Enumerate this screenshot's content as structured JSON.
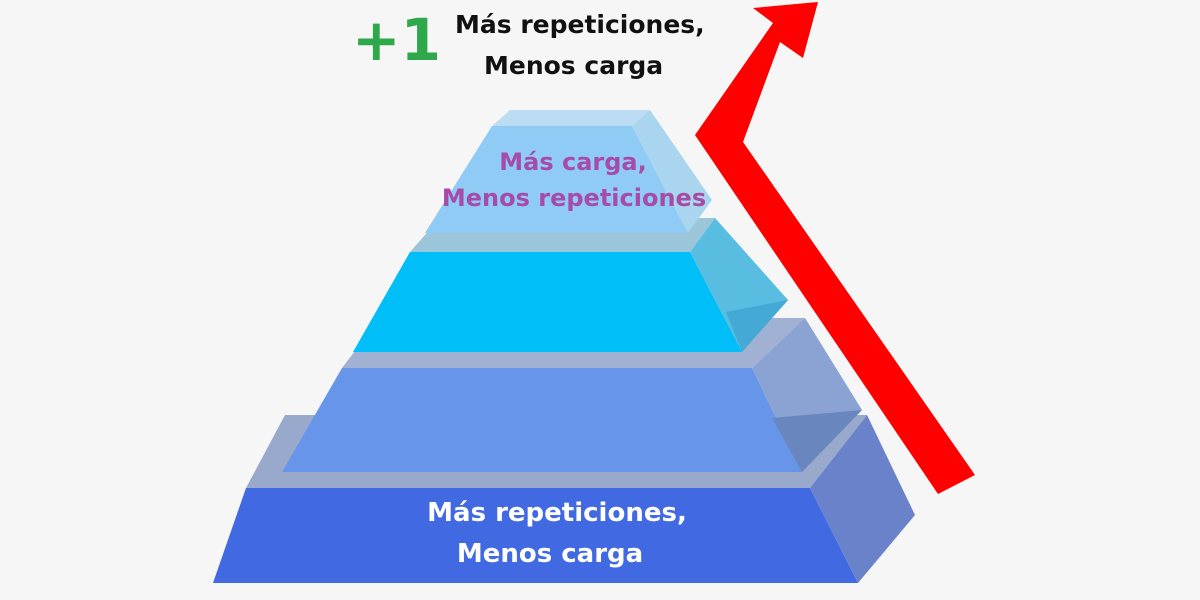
{
  "top_caption": {
    "badge": "+1",
    "line1": "Más repeticiones,",
    "line2": "Menos carga"
  },
  "pyramid": {
    "levels": [
      {
        "label_line1": "Más carga,",
        "label_line2": "Menos repeticiones",
        "front_color": "#8fcbf5",
        "side_color": "#a9d6ee",
        "label_color": "#a64ca6"
      },
      {
        "label_line1": "",
        "label_line2": "",
        "front_color": "#00bff8",
        "side_color": "#58bde1",
        "label_color": "#ffffff"
      },
      {
        "label_line1": "",
        "label_line2": "",
        "front_color": "#6695e9",
        "side_color": "#7d9ad6",
        "label_color": "#ffffff"
      },
      {
        "label_line1": "Más repeticiones,",
        "label_line2": "Menos carga",
        "front_color": "#4169e1",
        "side_color": "#6a82c9",
        "label_color": "#ffffff"
      }
    ]
  },
  "colors": {
    "badge": "#2ea84a",
    "caption_text": "#111111",
    "arrow": "#ff0000",
    "background": "#f6f6f6"
  }
}
